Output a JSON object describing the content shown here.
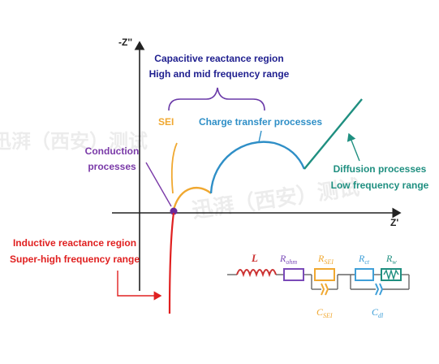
{
  "axes": {
    "y_label": "-Z''",
    "x_label": "Z'"
  },
  "annotations": {
    "capacitive_line1": "Capacitive reactance region",
    "capacitive_line2": "High and mid frequency range",
    "sei": "SEI",
    "charge_transfer": "Charge transfer processes",
    "conduction_line1": "Conduction",
    "conduction_line2": "processes",
    "diffusion_line1": "Diffusion processes",
    "diffusion_line2": "Low frequency range",
    "inductive_line1": "Inductive reactance region",
    "inductive_line2": "Super-high frequency range"
  },
  "circuit": {
    "L": "L",
    "R": "R",
    "R_ohm_sub": "ohm",
    "R_sei_sub": "SEI",
    "R_ct_sub": "ct",
    "R_w_sub": "w",
    "C": "C",
    "C_sei_sub": "SEI",
    "C_dl_sub": "dl"
  },
  "watermark": [
    "迅湃（西安）测试",
    "迅湃（西安）测试"
  ],
  "colors": {
    "axis": "#222222",
    "capacitive_text": "#1f1f8f",
    "brace": "#6a3aa8",
    "sei": "#f0a830",
    "charge_transfer": "#2f8fc7",
    "diffusion": "#1f8f80",
    "conduction": "#7a3aa8",
    "inductive": "#e02020",
    "inductor": "#cc3333",
    "r_ohm": "#7a4ab8",
    "r_sei": "#f0a830",
    "r_ct": "#3f9fd8",
    "r_w": "#1f8f80"
  }
}
